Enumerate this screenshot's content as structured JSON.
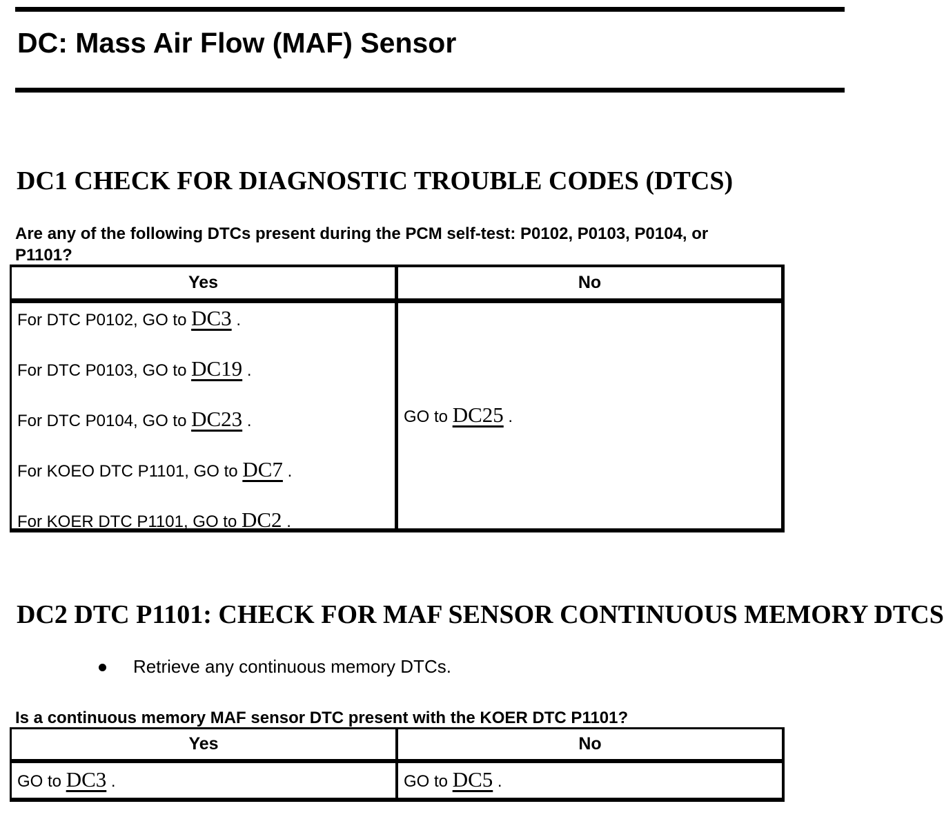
{
  "title": "DC: Mass Air Flow (MAF) Sensor",
  "sections": [
    {
      "heading": "DC1 CHECK FOR DIAGNOSTIC TROUBLE CODES (DTCS)",
      "question_lines": [
        "Are any of the following DTCs present during the PCM self-test: P0102, P0103, P0104, or",
        "P1101?"
      ],
      "table": {
        "headers": {
          "yes": "Yes",
          "no": "No"
        },
        "yes_lines": [
          {
            "pre": "For DTC P0102, GO to ",
            "link": "DC3",
            "post": " ."
          },
          {
            "pre": "For DTC P0103, GO to ",
            "link": "DC19",
            "post": " ."
          },
          {
            "pre": "For DTC P0104, GO to ",
            "link": "DC23",
            "post": " ."
          },
          {
            "pre": "For KOEO DTC P1101, GO to ",
            "link": "DC7",
            "post": " ."
          },
          {
            "pre": "For KOER DTC P1101, GO to ",
            "link": "DC2",
            "post": " ."
          }
        ],
        "no_lines": [
          {
            "pre": "GO to ",
            "link": "DC25",
            "post": " ."
          }
        ]
      }
    },
    {
      "heading": "DC2 DTC P1101: CHECK FOR MAF SENSOR CONTINUOUS MEMORY DTCS",
      "bullets": [
        "Retrieve any continuous memory DTCs."
      ],
      "question_lines": [
        "Is a continuous memory MAF sensor DTC present with the KOER DTC P1101?"
      ],
      "table": {
        "headers": {
          "yes": "Yes",
          "no": "No"
        },
        "yes_lines": [
          {
            "pre": "GO to ",
            "link": "DC3",
            "post": " ."
          }
        ],
        "no_lines": [
          {
            "pre": "GO to ",
            "link": "DC5",
            "post": " ."
          }
        ]
      }
    }
  ],
  "colors": {
    "ink": "#000000",
    "paper": "#ffffff"
  }
}
